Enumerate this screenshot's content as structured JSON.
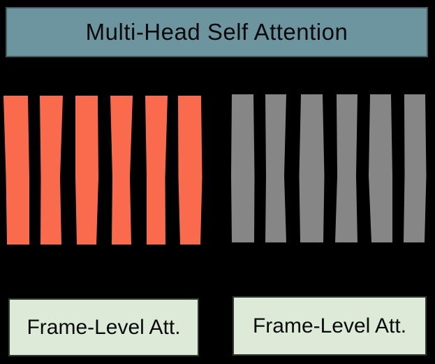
{
  "diagram": {
    "title": "Multi-Head Self Attention",
    "left_label": "Frame-Level Att.",
    "right_label": "Frame-Level Att."
  },
  "bars": {
    "left": {
      "count": 6,
      "color": "#FA6A4D"
    },
    "right": {
      "count": 6,
      "color": "#868686"
    }
  },
  "colors": {
    "background": "#000000",
    "header_fill": "#6C95A0",
    "header_border": "#43565D",
    "header_text": "#0A0A0A",
    "label_fill": "#DDEAD8",
    "label_border": "#333B31",
    "label_text": "#0A0A0A"
  }
}
